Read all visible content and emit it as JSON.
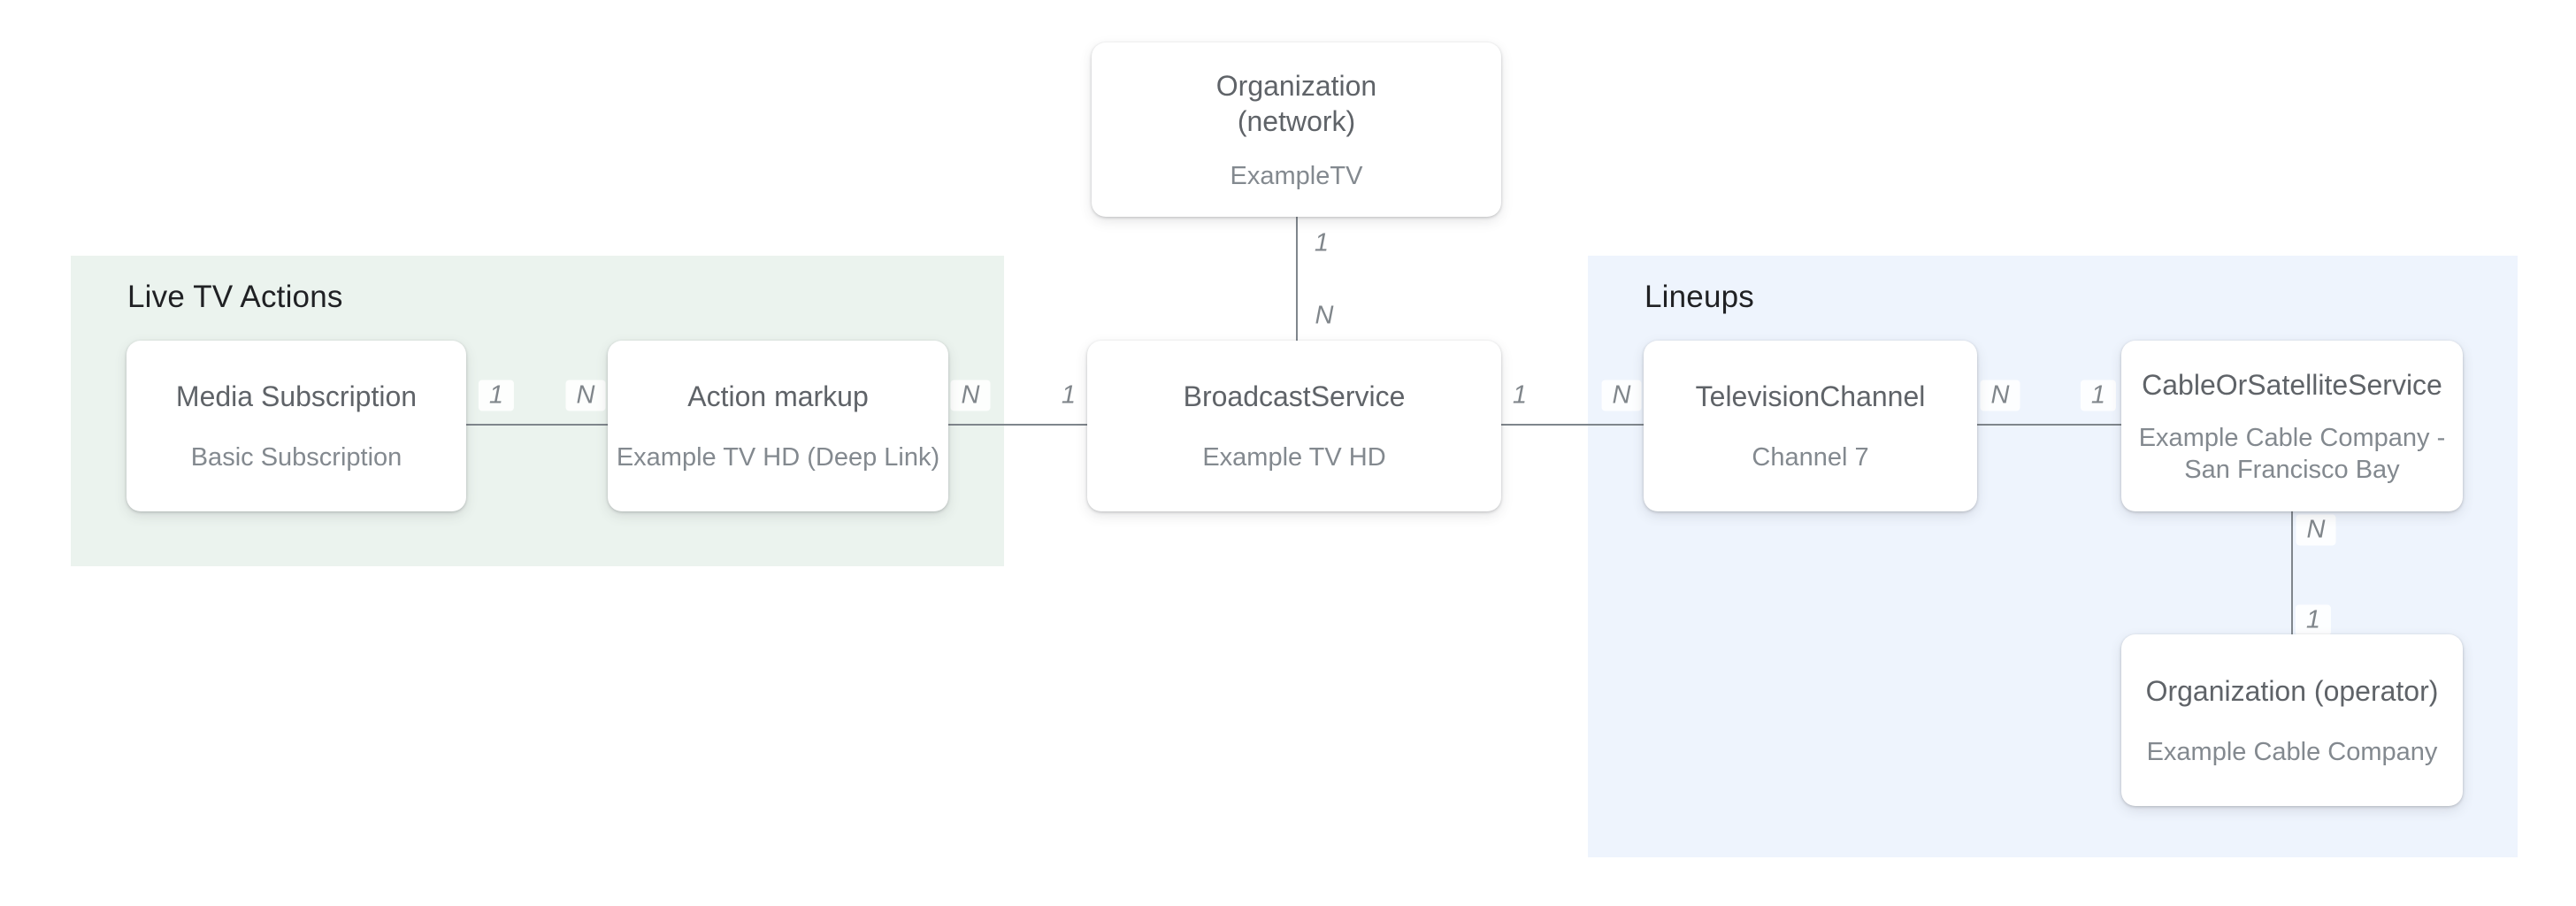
{
  "diagram": {
    "description": "TV listings structured data entity diagram"
  },
  "regions": {
    "live_tv_actions": {
      "label": "Live TV Actions",
      "bg_color": "#ebf3ee"
    },
    "lineups": {
      "label": "Lineups",
      "bg_color": "#eef4fd"
    }
  },
  "nodes": {
    "org_network": {
      "title": "Organization\n(network)",
      "subtitle": "ExampleTV"
    },
    "media_subscription": {
      "title": "Media Subscription",
      "subtitle": "Basic Subscription"
    },
    "action_markup": {
      "title": "Action markup",
      "subtitle": "Example TV HD (Deep Link)"
    },
    "broadcast_service": {
      "title": "BroadcastService",
      "subtitle": "Example TV HD"
    },
    "television_channel": {
      "title": "TelevisionChannel",
      "subtitle": "Channel 7"
    },
    "cable_or_satellite_service": {
      "title": "CableOrSatelliteService",
      "subtitle": "Example Cable Company -\nSan Francisco Bay"
    },
    "org_operator": {
      "title": "Organization (operator)",
      "subtitle": "Example Cable Company"
    }
  },
  "edges": {
    "network_to_broadcast": {
      "from_label": "1",
      "to_label": "N"
    },
    "media_to_action": {
      "from_label": "1",
      "to_label": "N"
    },
    "action_to_broadcast": {
      "from_label": "N",
      "to_label": "1"
    },
    "broadcast_to_channel": {
      "from_label": "1",
      "to_label": "N"
    },
    "channel_to_cable": {
      "from_label": "N",
      "to_label": "1"
    },
    "cable_to_operator": {
      "from_label": "N",
      "to_label": "1"
    }
  },
  "colors": {
    "canvas_bg": "#ffffff",
    "card_bg": "#ffffff",
    "title_text": "#5f6368",
    "subtitle_text": "#83898f",
    "header_text": "#202124",
    "connector_line": "#7f868c",
    "cardinality_text": "#80868b",
    "live_tv_region_bg": "#ebf3ee",
    "lineups_region_bg": "#eef4fd"
  }
}
